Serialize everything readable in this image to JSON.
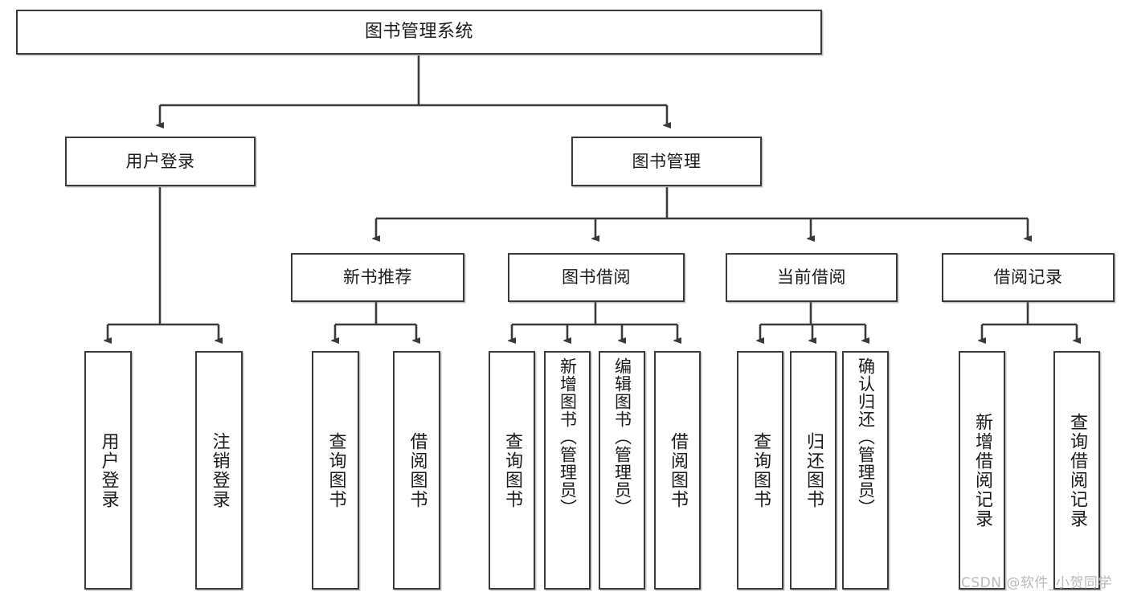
{
  "diagram": {
    "type": "tree-hierarchy-chart",
    "title": "图书管理系统",
    "watermark": "CSDN @软件_小贺同学",
    "colors": {
      "box_border": "#3a3a3a",
      "box_fill": "#ffffff",
      "edge": "#3a3a3a",
      "text": "#1a1a1a",
      "watermark": "#b9b9b9"
    },
    "nodes": {
      "root": {
        "label": "图书管理系统"
      },
      "level2": [
        {
          "label": "用户登录"
        },
        {
          "label": "图书管理"
        }
      ],
      "level3": [
        {
          "label": "新书推荐"
        },
        {
          "label": "图书借阅"
        },
        {
          "label": "当前借阅"
        },
        {
          "label": "借阅记录"
        }
      ],
      "leaves": {
        "user_login": [
          {
            "label": "用户登录"
          },
          {
            "label": "注销登录"
          }
        ],
        "new_book_recommend": [
          {
            "label": "查询图书"
          },
          {
            "label": "借阅图书"
          }
        ],
        "book_borrow": [
          {
            "label": "查询图书"
          },
          {
            "label": "新增图书（管理员）"
          },
          {
            "label": "编辑图书（管理员）"
          },
          {
            "label": "借阅图书"
          }
        ],
        "current_borrow": [
          {
            "label": "查询图书"
          },
          {
            "label": "归还图书"
          },
          {
            "label": "确认归还（管理员）"
          }
        ],
        "borrow_record": [
          {
            "label": "新增借阅记录"
          },
          {
            "label": "查询借阅记录"
          }
        ]
      }
    }
  }
}
